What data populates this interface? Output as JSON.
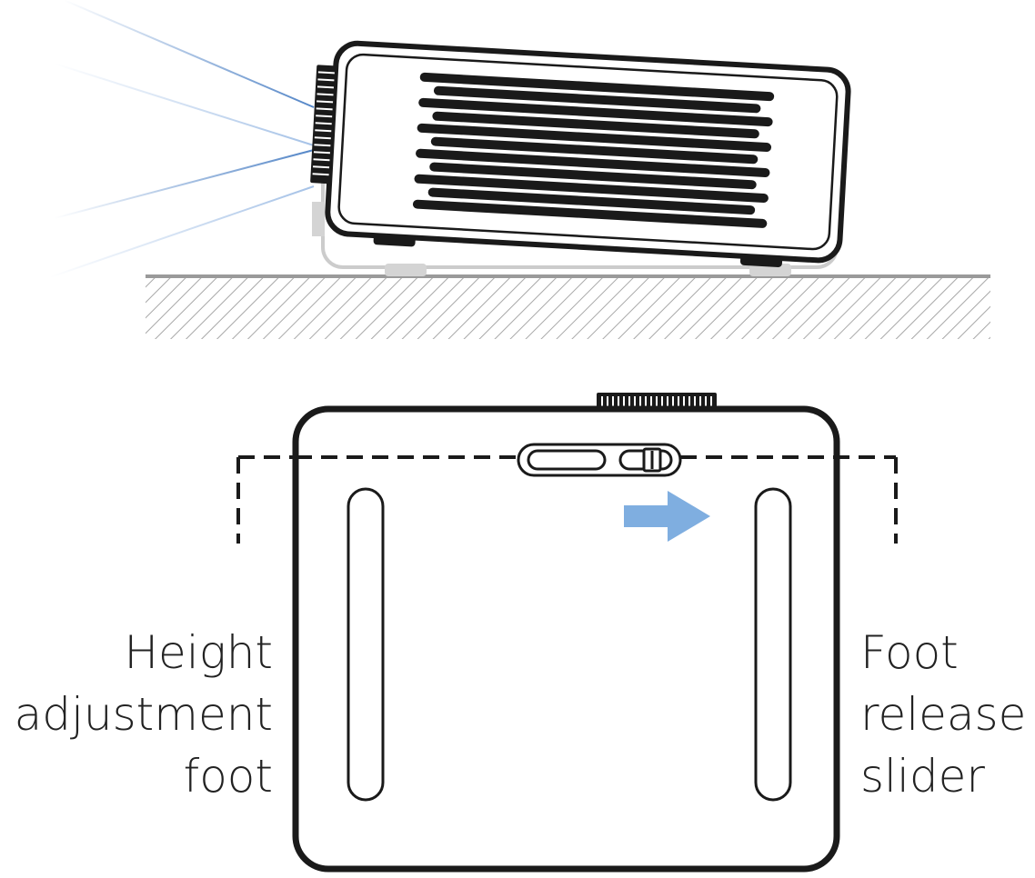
{
  "labels": {
    "height_foot": [
      "Height",
      "adjustment",
      "foot"
    ],
    "release_slider": [
      "Foot",
      "release",
      "slider"
    ]
  },
  "colors": {
    "outline": "#1a1a1a",
    "light_beam": "#5b8fd0",
    "arrow": "#7faee0",
    "ghost": "#c8c8c8",
    "floor": "#9a9a9a"
  },
  "icons": {
    "side_view": "projector-side-view",
    "bottom_view": "projector-bottom-view",
    "direction": "arrow-right-icon"
  }
}
